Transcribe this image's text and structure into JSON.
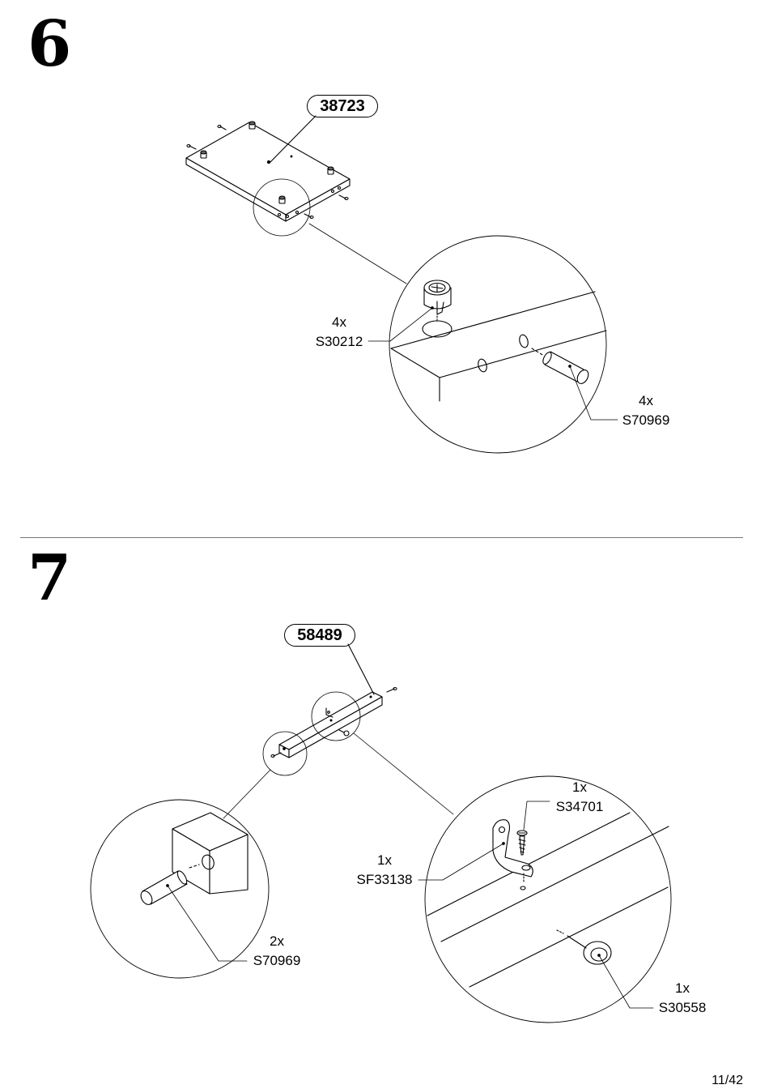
{
  "page": {
    "number": "11/42"
  },
  "steps": [
    {
      "number": "6",
      "panel_part": "38723",
      "callouts": [
        {
          "qty": "4x",
          "code": "S30212"
        },
        {
          "qty": "4x",
          "code": "S70969"
        }
      ]
    },
    {
      "number": "7",
      "panel_part": "58489",
      "callouts": [
        {
          "qty": "1x",
          "code": "S34701"
        },
        {
          "qty": "1x",
          "code": "SF33138"
        },
        {
          "qty": "2x",
          "code": "S70969"
        },
        {
          "qty": "1x",
          "code": "S30558"
        }
      ]
    }
  ]
}
